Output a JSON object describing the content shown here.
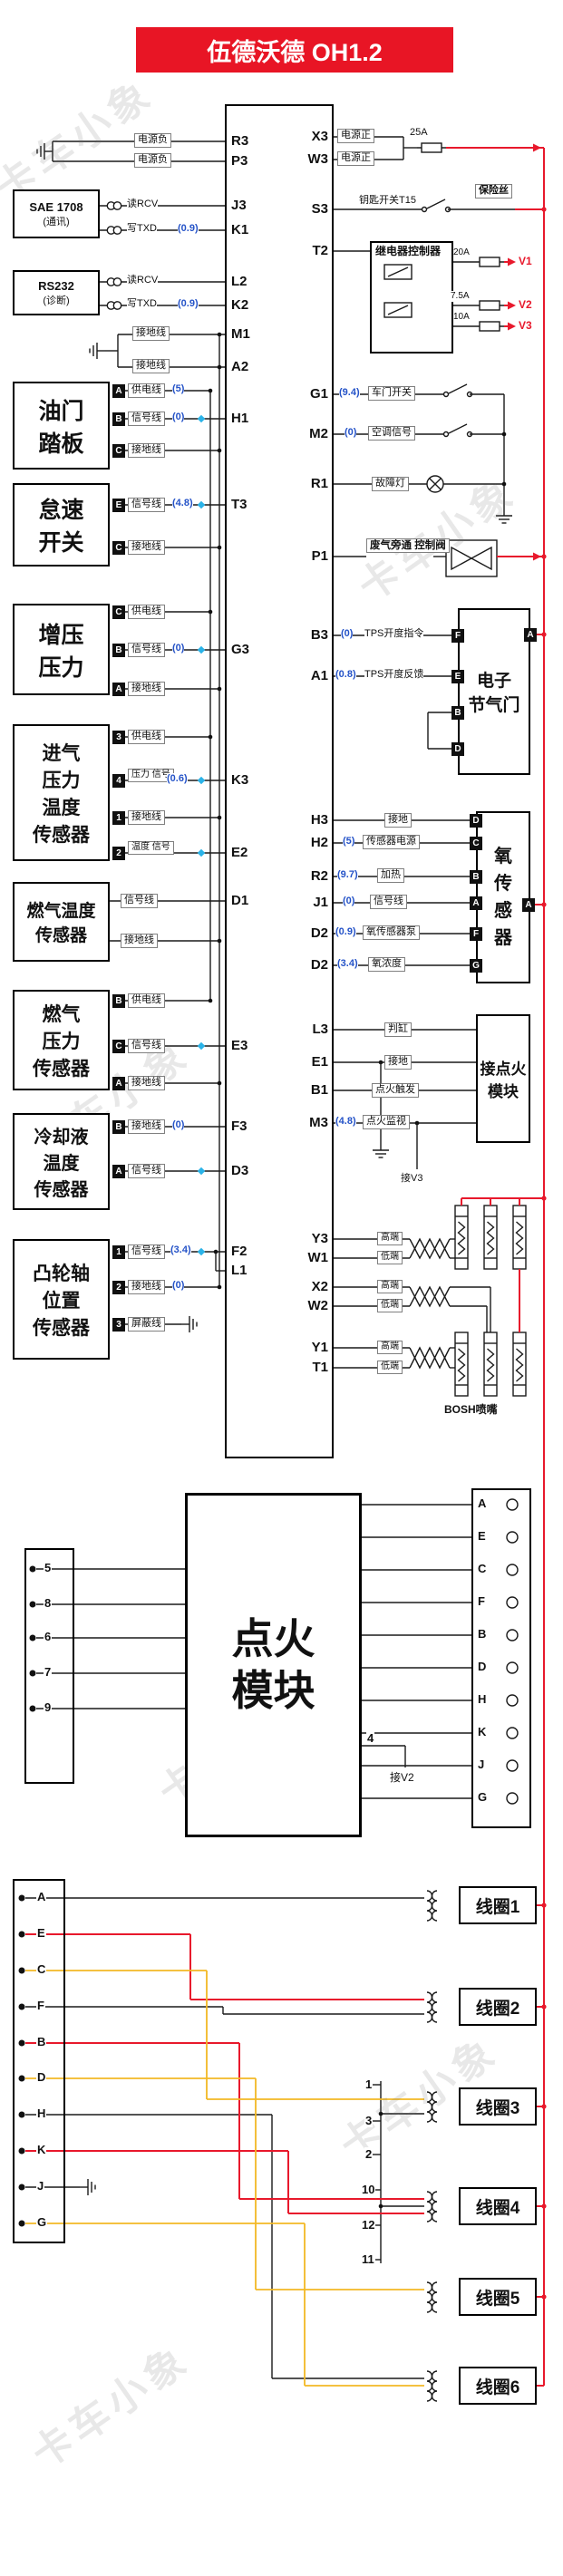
{
  "watermark": "卡车小象",
  "header": {
    "title": "伍德沃德 OH1.2"
  },
  "colors": {
    "header_bg": "#e81525",
    "power_wire": "#e8192c",
    "signal_wire": "#1a1a1a",
    "aux_wire_yellow": "#f2b824",
    "value_text": "#2553c8",
    "marker_cyan": "#2bb3e8"
  },
  "ecu": {
    "left_pins": [
      "R3",
      "P3",
      "J3",
      "K1",
      "L2",
      "K2",
      "M1",
      "A2",
      "H1",
      "T3",
      "G3",
      "K3",
      "E2",
      "D1",
      "E3",
      "F3",
      "D3",
      "F2",
      "L1"
    ],
    "right_pins": [
      "X3",
      "W3",
      "S3",
      "T2",
      "G1",
      "M2",
      "R1",
      "P1",
      "B3",
      "A1",
      "H3",
      "H2",
      "R2",
      "J1",
      "D2",
      "D2",
      "L3",
      "E1",
      "B1",
      "M3",
      "Y3",
      "W1",
      "X2",
      "W2",
      "Y1",
      "T1"
    ]
  },
  "top_left": {
    "power_neg_1": "电源负",
    "power_neg_2": "电源负",
    "sae": {
      "title": "SAE 1708",
      "sub": "(通讯)",
      "row1": "读RCV",
      "row2": "写TXD",
      "row2_val": "(0.9)"
    },
    "rs232": {
      "title": "RS232",
      "sub": "(诊断)",
      "row1": "读RCV",
      "row2": "写TXD",
      "row2_val": "(0.9)"
    },
    "gnd1": "接地线",
    "gnd2": "接地线"
  },
  "sensors": [
    {
      "name": "油门\n踏板",
      "rows": [
        {
          "pin": "A",
          "label": "供电线",
          "val": "(5)"
        },
        {
          "pin": "B",
          "label": "信号线",
          "val": "(0)"
        },
        {
          "pin": "C",
          "label": "接地线"
        }
      ]
    },
    {
      "name": "怠速\n开关",
      "rows": [
        {
          "pin": "E",
          "label": "信号线",
          "val": "(4.8)"
        },
        {
          "pin": "C",
          "label": "接地线"
        }
      ]
    },
    {
      "name": "增压\n压力",
      "rows": [
        {
          "pin": "C",
          "label": "供电线"
        },
        {
          "pin": "B",
          "label": "信号线",
          "val": "(0)"
        },
        {
          "pin": "A",
          "label": "接地线"
        }
      ]
    },
    {
      "name": "进气\n压力\n温度\n传感器",
      "rows": [
        {
          "pin": "3",
          "label": "供电线"
        },
        {
          "pin": "4",
          "label": "压力\n信号",
          "val": "(0.6)"
        },
        {
          "pin": "1",
          "label": "接地线"
        },
        {
          "pin": "2",
          "label": "温度\n信号"
        }
      ]
    },
    {
      "name": "燃气温度\n传感器",
      "rows": [
        {
          "label": "信号线"
        },
        {
          "label": "接地线"
        }
      ]
    },
    {
      "name": "燃气\n压力\n传感器",
      "rows": [
        {
          "pin": "B",
          "label": "供电线"
        },
        {
          "pin": "C",
          "label": "信号线"
        },
        {
          "pin": "A",
          "label": "接地线"
        }
      ]
    },
    {
      "name": "冷却液\n温度\n传感器",
      "rows": [
        {
          "pin": "B",
          "label": "接地线",
          "val": "(0)"
        },
        {
          "pin": "A",
          "label": "信号线"
        }
      ]
    },
    {
      "name": "凸轮轴\n位置\n传感器",
      "rows": [
        {
          "pin": "1",
          "label": "信号线",
          "val": "(3.4)"
        },
        {
          "pin": "2",
          "label": "接地线",
          "val": "(0)"
        },
        {
          "pin": "3",
          "label": "屏蔽线"
        }
      ]
    }
  ],
  "right_top": {
    "power_pos_1": "电源正",
    "power_pos_2": "电源正",
    "fuse_25a": "25A",
    "key_switch": "钥匙开关T15",
    "fuse_label": "保险丝",
    "relay_box": "继电器控制器",
    "fuse1": "20A",
    "fuse1_to": "V1",
    "fuse2": "7.5A",
    "fuse2_to": "V2",
    "fuse3": "10A",
    "fuse3_to": "V3",
    "door_val": "(9.4)",
    "door": "车门开关",
    "ac_val": "(0)",
    "ac": "空调信号",
    "lamp": "故障灯",
    "wastegate": "废气旁通\n控制阀"
  },
  "throttle": {
    "name": "电子\n节气门",
    "row1_val": "(0)",
    "row1": "TPS开度指令",
    "row2_val": "(0.8)",
    "row2": "TPS开度反馈",
    "pins": [
      "F",
      "E",
      "B",
      "D"
    ],
    "right_pin": "A"
  },
  "o2": {
    "name": "氧\n传\n感\n器",
    "rows": [
      {
        "label": "接地",
        "pin": "D"
      },
      {
        "val": "(5)",
        "label": "传感器电源",
        "pin": "C"
      },
      {
        "val": "(9.7)",
        "label": "加热",
        "pin": "B"
      },
      {
        "val": "(0)",
        "label": "信号线",
        "pin": "A"
      },
      {
        "val": "(0.9)",
        "label": "氧传感器泵",
        "pin": "F"
      },
      {
        "val": "(3.4)",
        "label": "氧浓度",
        "pin": "G"
      }
    ],
    "right_pin": "A"
  },
  "ign_link": {
    "name": "接点火\n模块",
    "rows": [
      {
        "label": "判缸"
      },
      {
        "label": "接地"
      },
      {
        "label": "点火触发"
      },
      {
        "val": "(4.8)",
        "label": "点火监视"
      }
    ],
    "note": "接V3"
  },
  "injectors": {
    "pair1_hi": "高端",
    "pair1_lo": "低端",
    "pair2_hi": "高端",
    "pair2_lo": "低端",
    "pair3_hi": "高端",
    "pair3_lo": "低端",
    "label": "BOSH喷嘴"
  },
  "ign_module": {
    "title": "点火\n模块",
    "left_pins": [
      "5",
      "8",
      "6",
      "7",
      "9"
    ],
    "right_pins": [
      "A",
      "E",
      "C",
      "F",
      "B",
      "D",
      "H",
      "K",
      "J",
      "G"
    ],
    "pin4": "4",
    "note": "接V2"
  },
  "coil_section": {
    "left_pins": [
      "A",
      "E",
      "C",
      "F",
      "B",
      "D",
      "H",
      "K",
      "J",
      "G"
    ],
    "mid_pins": [
      "1",
      "3",
      "2",
      "10",
      "12",
      "11"
    ],
    "coils": [
      "线圈1",
      "线圈2",
      "线圈3",
      "线圈4",
      "线圈5",
      "线圈6"
    ]
  }
}
